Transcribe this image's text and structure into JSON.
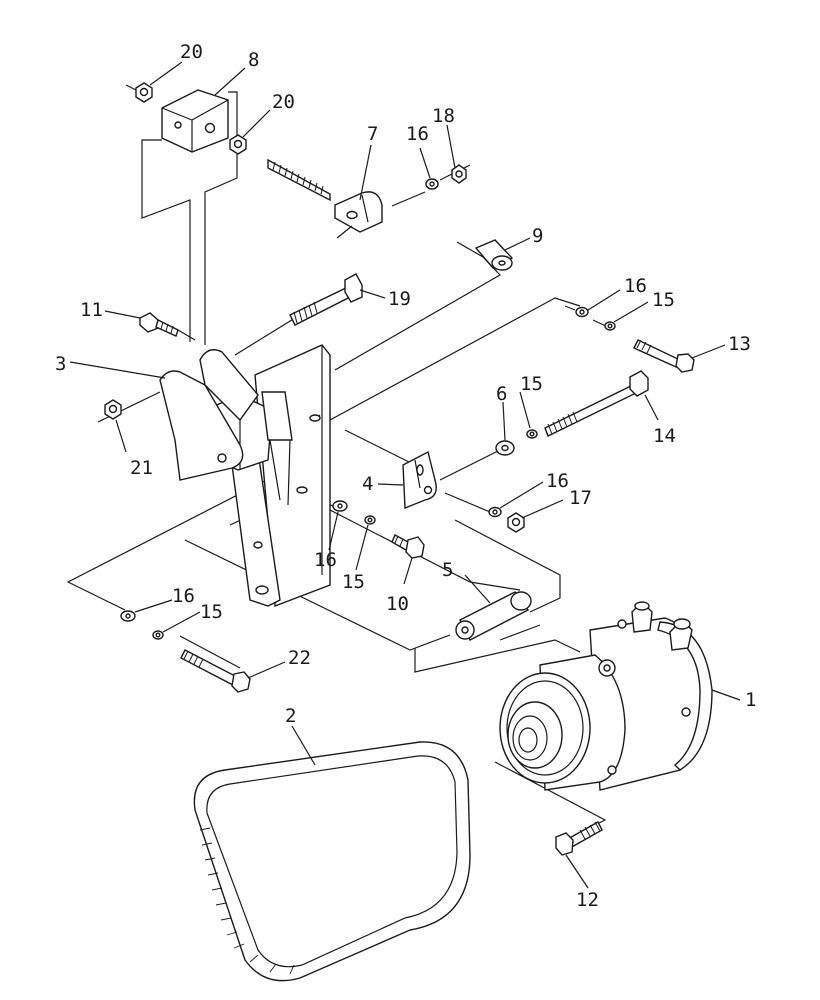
{
  "diagram": {
    "callouts": [
      {
        "id": "c20a",
        "label": "20"
      },
      {
        "id": "c8",
        "label": "8"
      },
      {
        "id": "c20b",
        "label": "20"
      },
      {
        "id": "c7",
        "label": "7"
      },
      {
        "id": "c16a",
        "label": "16"
      },
      {
        "id": "c18",
        "label": "18"
      },
      {
        "id": "c9",
        "label": "9"
      },
      {
        "id": "c11",
        "label": "11"
      },
      {
        "id": "c19",
        "label": "19"
      },
      {
        "id": "c16b",
        "label": "16"
      },
      {
        "id": "c15a",
        "label": "15"
      },
      {
        "id": "c13",
        "label": "13"
      },
      {
        "id": "c3",
        "label": "3"
      },
      {
        "id": "c6",
        "label": "6"
      },
      {
        "id": "c15b",
        "label": "15"
      },
      {
        "id": "c14",
        "label": "14"
      },
      {
        "id": "c21",
        "label": "21"
      },
      {
        "id": "c4",
        "label": "4"
      },
      {
        "id": "c16c",
        "label": "16"
      },
      {
        "id": "c17",
        "label": "17"
      },
      {
        "id": "c16d",
        "label": "16"
      },
      {
        "id": "c15c",
        "label": "15"
      },
      {
        "id": "c10",
        "label": "10"
      },
      {
        "id": "c5",
        "label": "5"
      },
      {
        "id": "c16e",
        "label": "16"
      },
      {
        "id": "c15d",
        "label": "15"
      },
      {
        "id": "c22",
        "label": "22"
      },
      {
        "id": "c2",
        "label": "2"
      },
      {
        "id": "c1",
        "label": "1"
      },
      {
        "id": "c12",
        "label": "12"
      }
    ]
  }
}
